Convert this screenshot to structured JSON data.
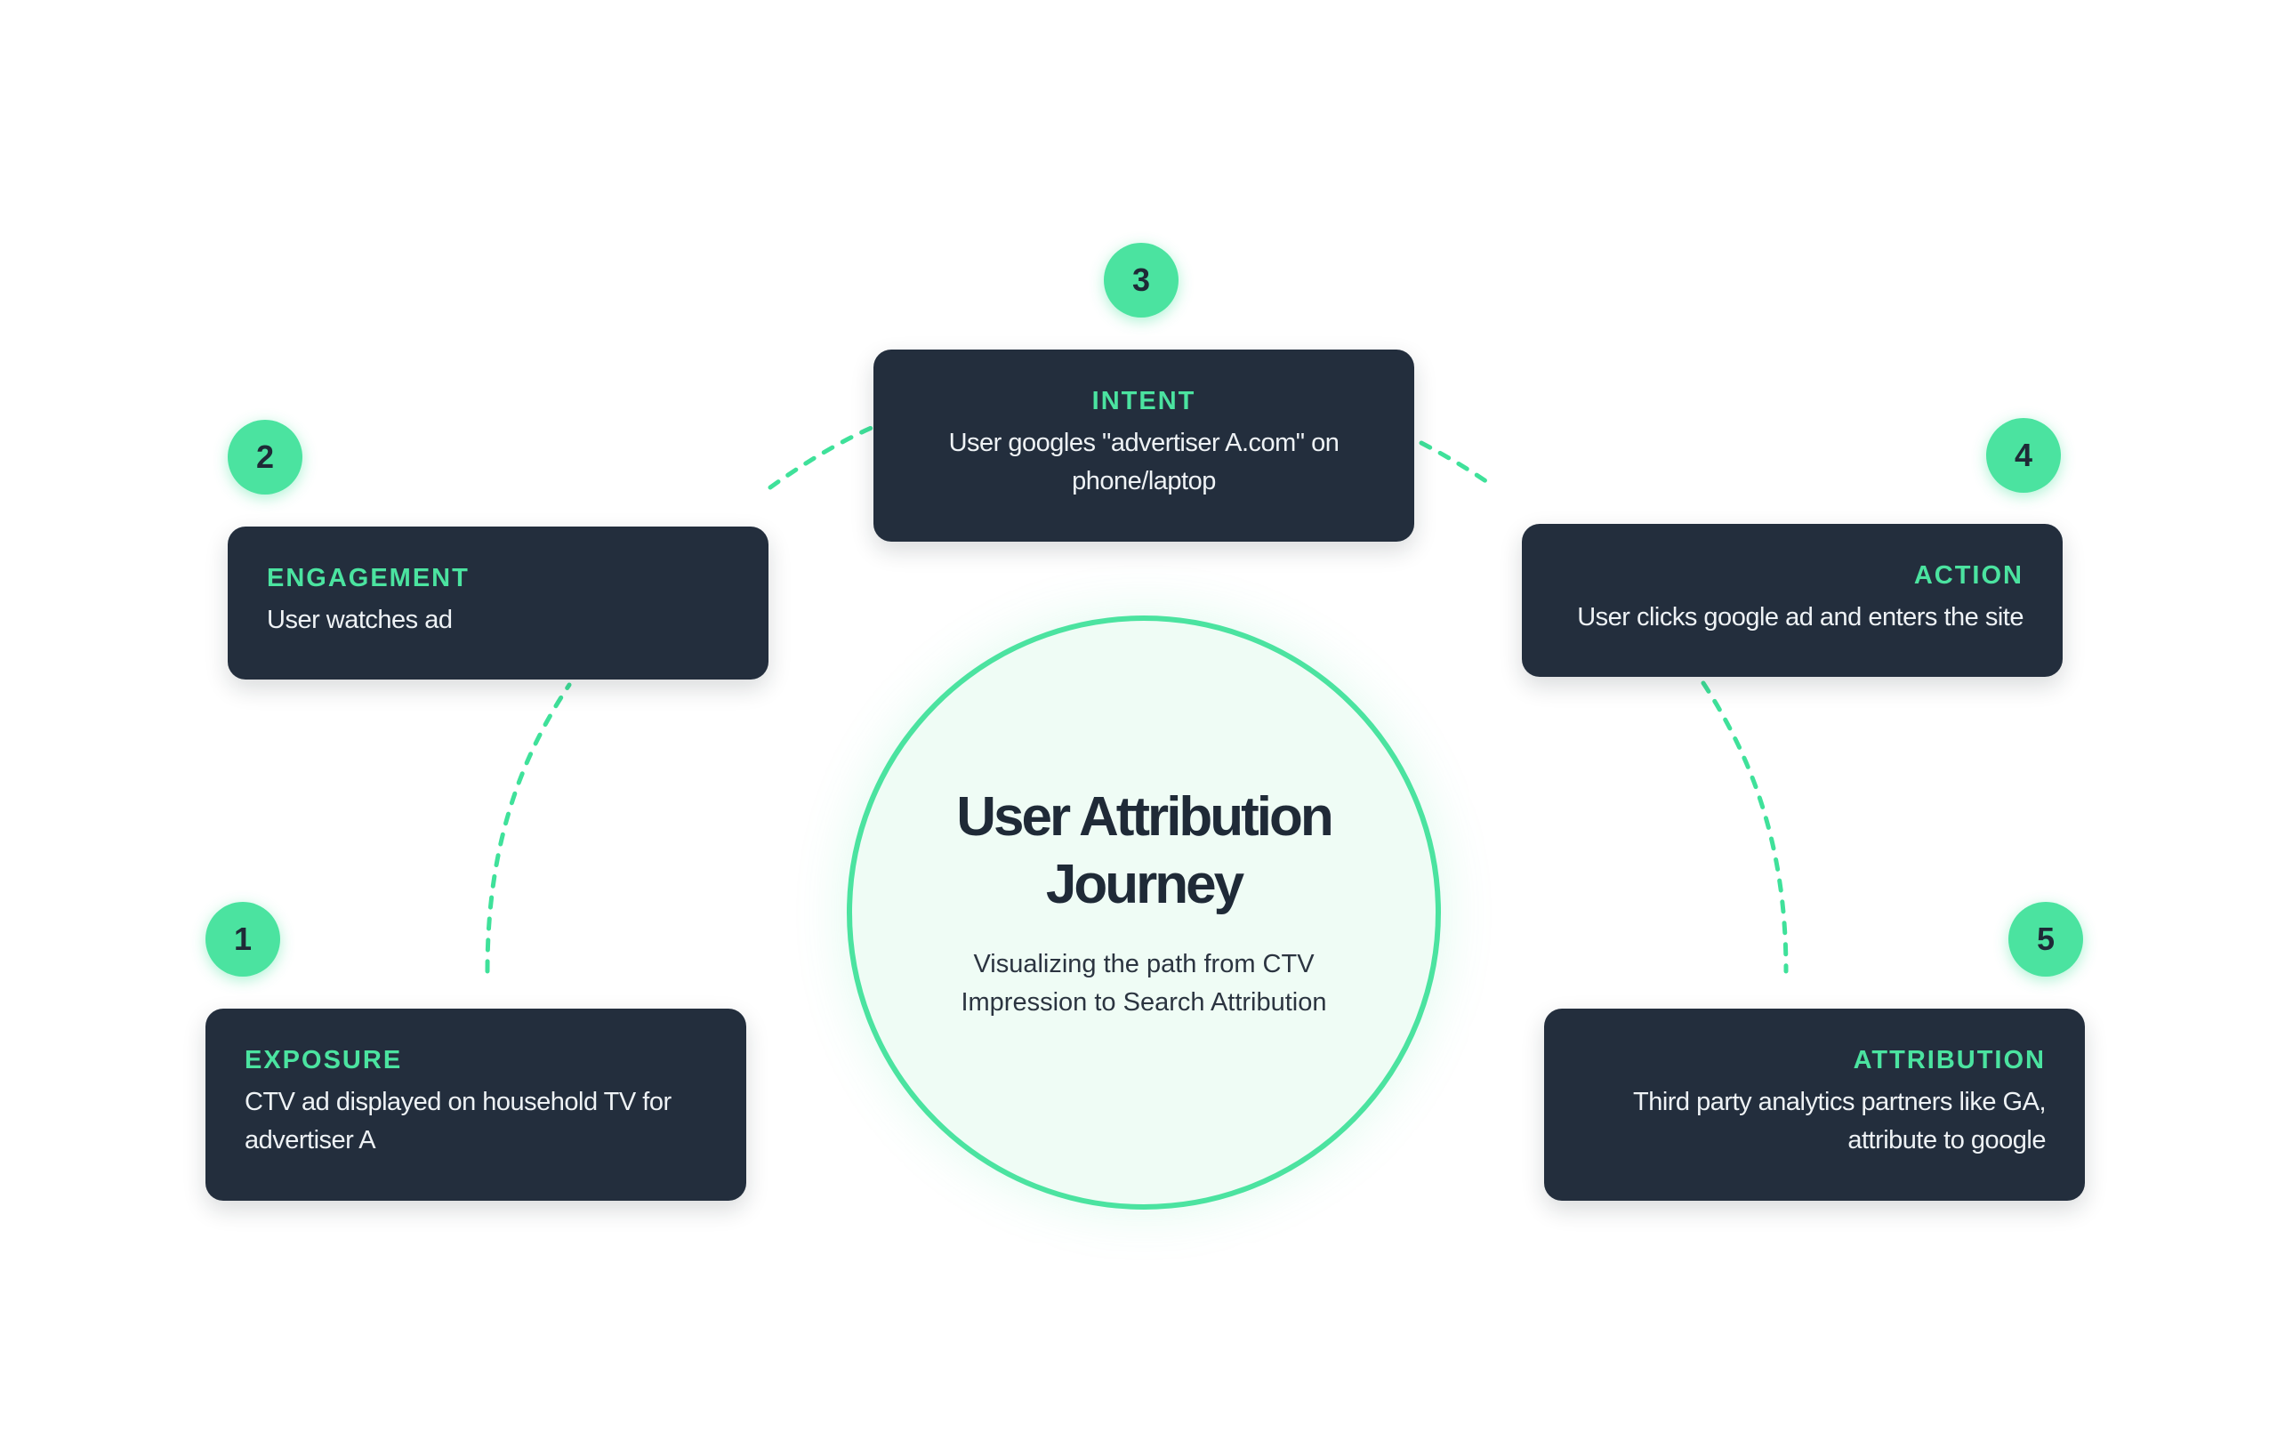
{
  "diagram": {
    "title": "User Attribution Journey",
    "subtitle": "Visualizing the path from CTV Impression to Search Attribution",
    "accent_color": "#4be3a0",
    "card_color": "#232e3d",
    "stages": [
      {
        "number": "1",
        "title": "EXPOSURE",
        "description": "CTV ad displayed on household TV for advertiser A"
      },
      {
        "number": "2",
        "title": "ENGAGEMENT",
        "description": "User watches ad"
      },
      {
        "number": "3",
        "title": "INTENT",
        "description": "User googles \"advertiser A.com\" on phone/laptop"
      },
      {
        "number": "4",
        "title": "ACTION",
        "description": "User clicks google ad and enters the site"
      },
      {
        "number": "5",
        "title": "ATTRIBUTION",
        "description": "Third party analytics partners like GA, attribute to google"
      }
    ],
    "connectors": [
      {
        "from": "1",
        "to": "2"
      },
      {
        "from": "2",
        "to": "3"
      },
      {
        "from": "3",
        "to": "4"
      },
      {
        "from": "4",
        "to": "5"
      }
    ]
  }
}
